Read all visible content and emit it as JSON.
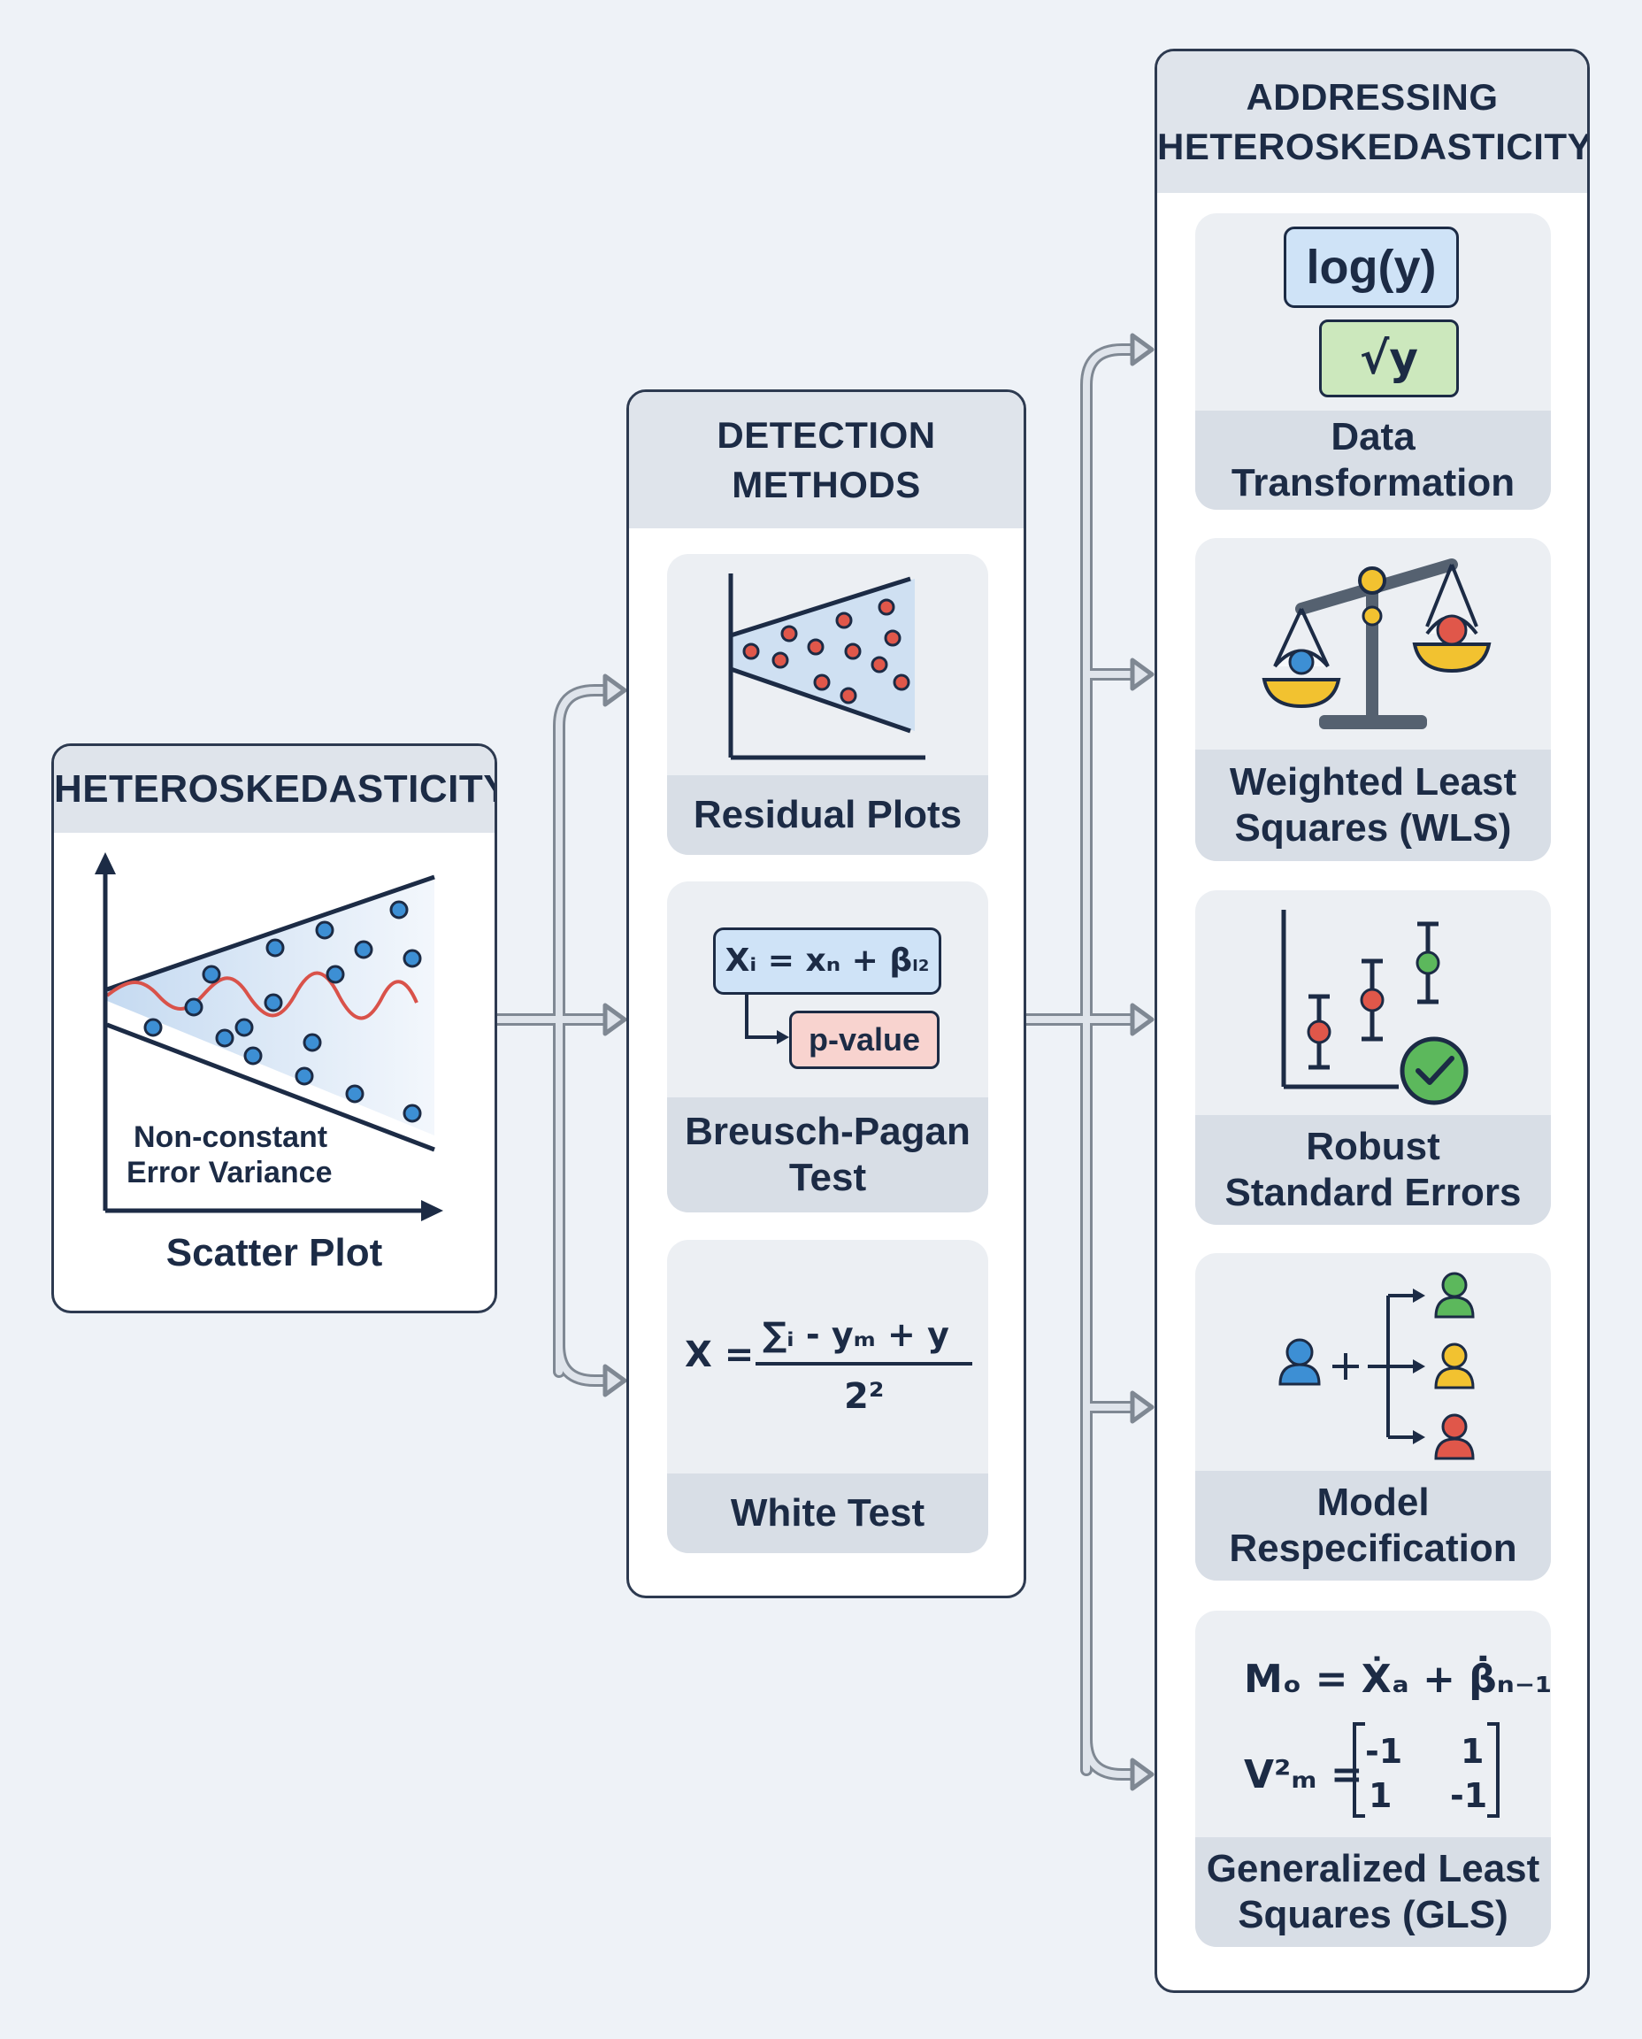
{
  "heteroskedasticity": {
    "title": "HETEROSKEDASTICITY",
    "annotation_line1": "Non-constant",
    "annotation_line2": "Error Variance",
    "caption": "Scatter Plot"
  },
  "detection": {
    "title_line1": "DETECTION",
    "title_line2": "METHODS",
    "items": [
      {
        "label_line1": "Residual Plots"
      },
      {
        "label_line1": "Breusch-Pagan",
        "label_line2": "Test",
        "formula": "Xᵢ = xₙ + β",
        "result": "p-value"
      },
      {
        "label_line1": "White Test",
        "formula_numerator": "∑ᵢ - yₘ + y",
        "formula_lhs": "X =",
        "formula_denominator": "2²"
      }
    ]
  },
  "addressing": {
    "title_line1": "ADDRESSING",
    "title_line2": "HETEROSKEDASTICITY",
    "items": [
      {
        "label_line1": "Data",
        "label_line2": "Transformation",
        "formula1": "log(y)",
        "formula2": "√y"
      },
      {
        "label_line1": "Weighted Least",
        "label_line2": "Squares (WLS)"
      },
      {
        "label_line1": "Robust",
        "label_line2": "Standard Errors"
      },
      {
        "label_line1": "Model",
        "label_line2": "Respecification"
      },
      {
        "label_line1": "Generalized Least",
        "label_line2": "Squares (GLS)",
        "formula1": "Mₒ = Ẋₐ + β̇ₙ₋₁",
        "formula2_lhs": "V²ₘ =",
        "matrix": [
          "-1",
          "1",
          "1",
          "-1"
        ]
      }
    ]
  },
  "colors": {
    "border": "#2d3a50",
    "blue_point": "#3d8fd4",
    "red_point": "#e0574a",
    "green_point": "#5cb85c",
    "yellow_point": "#f2c230",
    "arrow": "#8d97a3"
  }
}
